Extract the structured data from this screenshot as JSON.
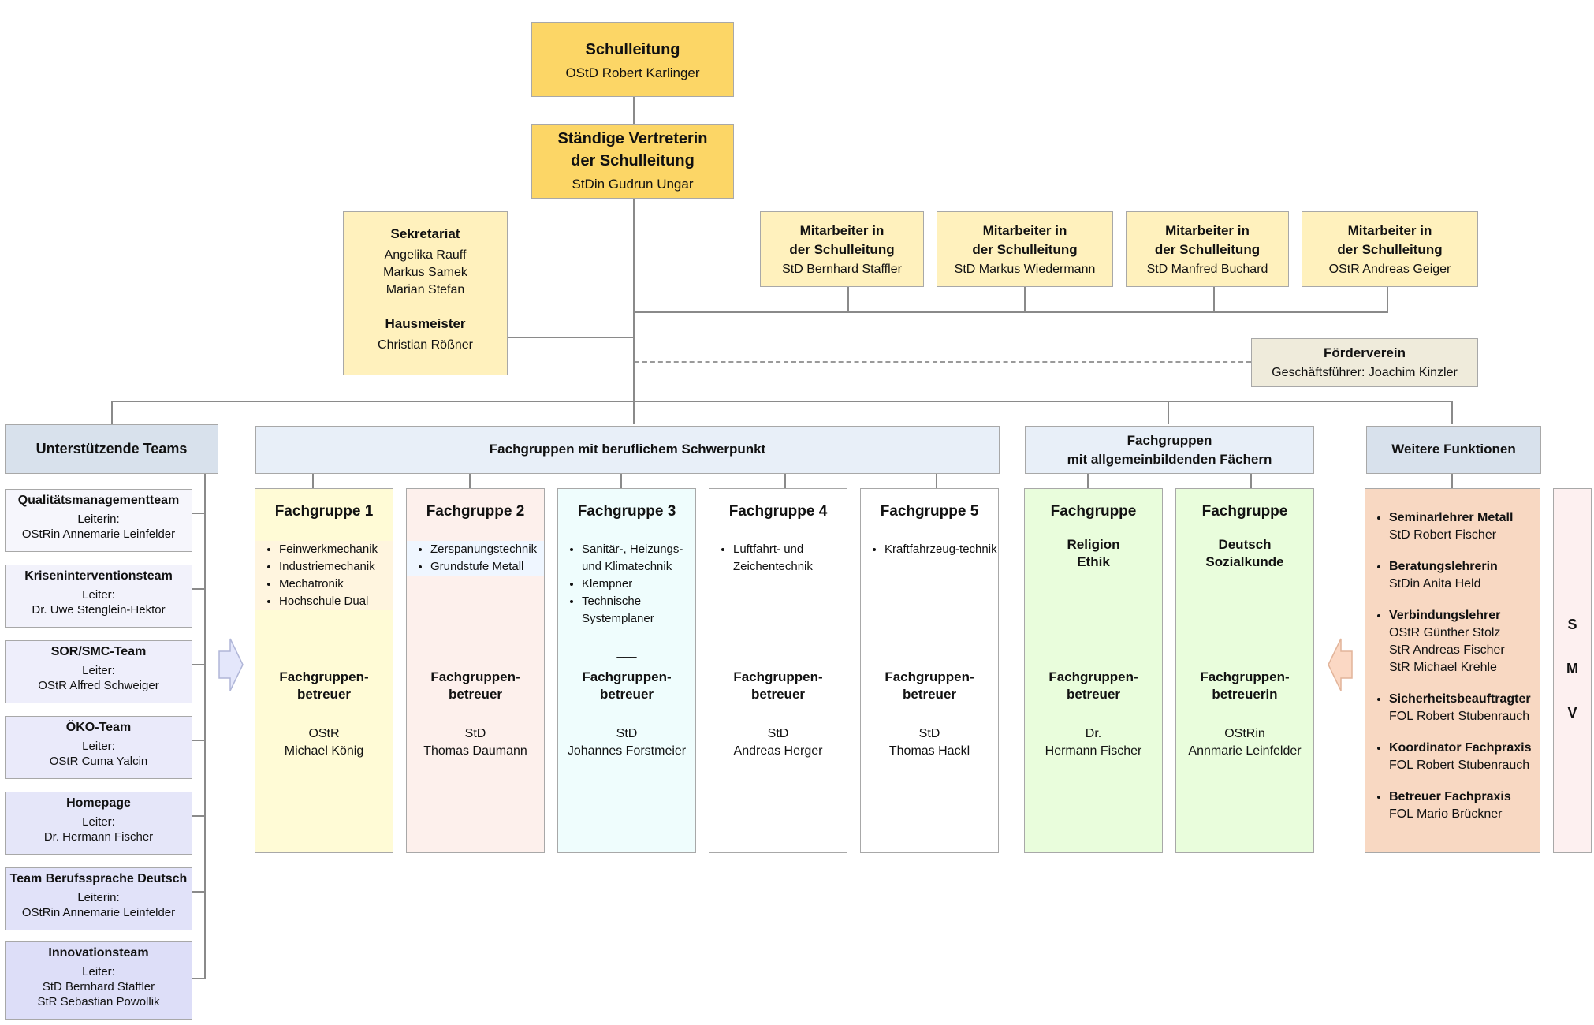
{
  "schulleitung": {
    "title": "Schulleitung",
    "name": "OStD Robert Karlinger"
  },
  "vertreterin": {
    "title_line1": "Ständige Vertreterin",
    "title_line2": "der Schulleitung",
    "name": "StDin Gudrun Ungar"
  },
  "sekretariat": {
    "title": "Sekretariat",
    "names": [
      "Angelika Rauff",
      "Markus Samek",
      "Marian Stefan"
    ],
    "hausmeister_title": "Hausmeister",
    "hausmeister_name": "Christian Rößner"
  },
  "mitarbeiter": [
    {
      "line1": "Mitarbeiter in",
      "line2": "der Schulleitung",
      "name": "StD Bernhard Staffler"
    },
    {
      "line1": "Mitarbeiter in",
      "line2": "der Schulleitung",
      "name": "StD Markus Wiedermann"
    },
    {
      "line1": "Mitarbeiter in",
      "line2": "der Schulleitung",
      "name": "StD Manfred Buchard"
    },
    {
      "line1": "Mitarbeiter in",
      "line2": "der Schulleitung",
      "name": "OStR Andreas Geiger"
    }
  ],
  "foerderverein": {
    "title": "Förderverein",
    "sub": "Geschäftsführer: Joachim Kinzler"
  },
  "headers": {
    "teams": "Unterstützende Teams",
    "beruflich": "Fachgruppen mit beruflichem Schwerpunkt",
    "allgemein_line1": "Fachgruppen",
    "allgemein_line2": "mit allgemeinbildenden Fächern",
    "weitere": "Weitere Funktionen"
  },
  "teams": [
    {
      "title": "Qualitätsmanagementteam",
      "role": "Leiterin:",
      "names": [
        "OStRin Annemarie Leinfelder"
      ]
    },
    {
      "title": "Kriseninterventionsteam",
      "role": "Leiter:",
      "names": [
        "Dr. Uwe Stenglein-Hektor"
      ]
    },
    {
      "title": "SOR/SMC-Team",
      "role": "Leiter:",
      "names": [
        "OStR Alfred Schweiger"
      ]
    },
    {
      "title": "ÖKO-Team",
      "role": "Leiter:",
      "names": [
        "OStR Cuma Yalcin"
      ]
    },
    {
      "title": "Homepage",
      "role": "Leiter:",
      "names": [
        "Dr. Hermann Fischer"
      ]
    },
    {
      "title": "Team Berufssprache Deutsch",
      "role": "Leiterin:",
      "names": [
        "OStRin Annemarie Leinfelder"
      ]
    },
    {
      "title": "Innovationsteam",
      "role": "Leiter:",
      "names": [
        "StD Bernhard Staffler",
        "StR Sebastian Powollik"
      ]
    }
  ],
  "fachgruppen": [
    {
      "title": "Fachgruppe 1",
      "items": [
        "Feinwerkmechanik",
        "Industriemechanik",
        "Mechatronik",
        "Hochschule Dual"
      ],
      "sep": "",
      "betr_line1": "Fachgruppen-",
      "betr_line2": "betreuer",
      "person_line1": "OStR",
      "person_line2": "Michael König"
    },
    {
      "title": "Fachgruppe 2",
      "items": [
        "Zerspanungstechnik",
        "Grundstufe Metall"
      ],
      "sep": "",
      "betr_line1": "Fachgruppen-",
      "betr_line2": "betreuer",
      "person_line1": "StD",
      "person_line2": "Thomas Daumann"
    },
    {
      "title": "Fachgruppe 3",
      "items": [
        "Sanitär-, Heizungs- und Klimatechnik",
        "Klempner",
        "Technische Systemplaner"
      ],
      "sep": "___",
      "betr_line1": "Fachgruppen-",
      "betr_line2": "betreuer",
      "person_line1": "StD",
      "person_line2": "Johannes Forstmeier"
    },
    {
      "title": "Fachgruppe 4",
      "items": [
        "Luftfahrt- und Zeichentechnik"
      ],
      "sep": "",
      "betr_line1": "Fachgruppen-",
      "betr_line2": "betreuer",
      "person_line1": "StD",
      "person_line2": "Andreas Herger"
    },
    {
      "title": "Fachgruppe 5",
      "items": [
        "Kraftfahrzeug-technik"
      ],
      "sep": "",
      "betr_line1": "Fachgruppen-",
      "betr_line2": "betreuer",
      "person_line1": "StD",
      "person_line2": "Thomas Hackl"
    }
  ],
  "allgemein": [
    {
      "title": "Fachgruppe",
      "sub_line1": "Religion",
      "sub_line2": "Ethik",
      "betr_line1": "Fachgruppen-",
      "betr_line2": "betreuer",
      "person_line1": "Dr.",
      "person_line2": "Hermann Fischer"
    },
    {
      "title": "Fachgruppe",
      "sub_line1": "Deutsch",
      "sub_line2": "Sozialkunde",
      "betr_line1": "Fachgruppen-",
      "betr_line2": "betreuerin",
      "person_line1": "OStRin",
      "person_line2": "Annmarie Leinfelder"
    }
  ],
  "weitere": [
    {
      "title": "Seminarlehrer Metall",
      "names": [
        "StD Robert Fischer"
      ]
    },
    {
      "title": "Beratungslehrerin",
      "names": [
        "StDin Anita Held"
      ]
    },
    {
      "title": "Verbindungslehrer",
      "names": [
        "OStR Günther Stolz",
        "StR Andreas Fischer",
        "StR Michael Krehle"
      ]
    },
    {
      "title": "Sicherheitsbeauftragter",
      "names": [
        "FOL Robert Stubenrauch"
      ]
    },
    {
      "title": "Koordinator Fachpraxis",
      "names": [
        "FOL Robert Stubenrauch"
      ]
    },
    {
      "title": "Betreuer Fachpraxis",
      "names": [
        "FOL Mario Brückner"
      ]
    }
  ],
  "smv": [
    "S",
    "M",
    "V"
  ],
  "colors": {
    "leitung": "#fcd666",
    "leitung_light": "#fff1bd",
    "foerder": "#efebdb",
    "header": "#d8e1ec",
    "header_light": "#e8eff8",
    "fg1": "#fffbd6",
    "fg2": "#fff5df",
    "fg3": "#fdf0ec",
    "fg4": "#eff6ff",
    "fg5": "#effdfd",
    "gruen": "#e9fddc",
    "orange": "#f8d8c2",
    "smv": "#fdf0f0"
  }
}
